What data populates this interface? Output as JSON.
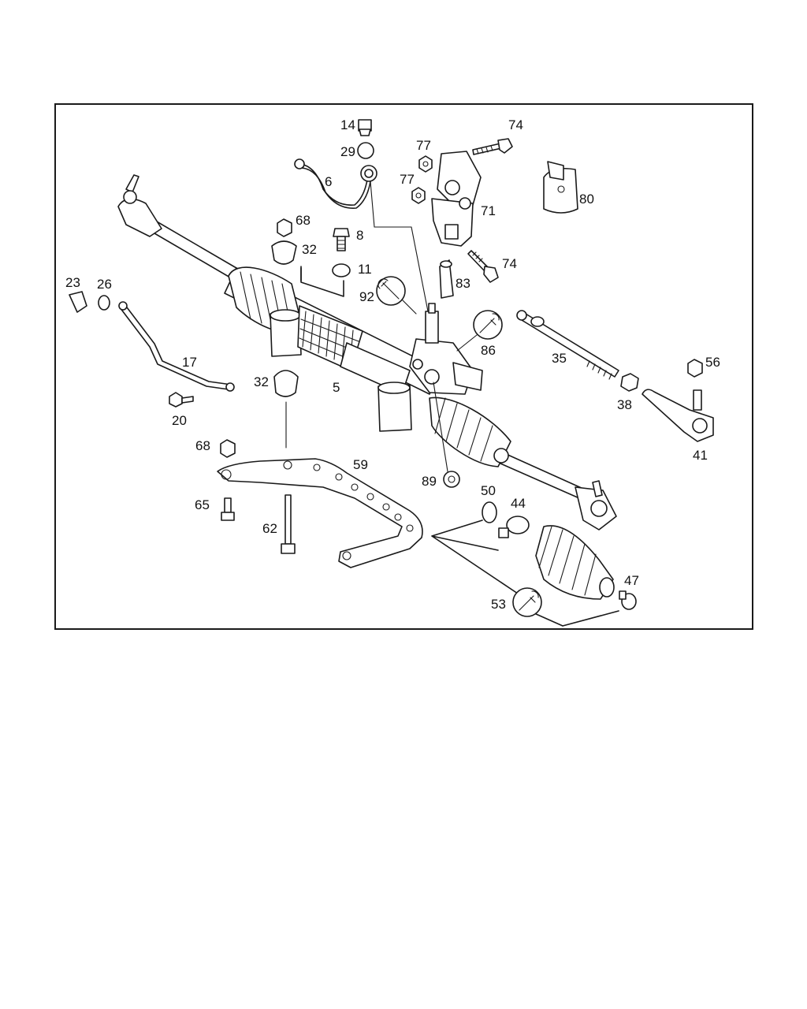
{
  "labels": {
    "p14": "14",
    "p29": "29",
    "p6": "6",
    "p77a": "77",
    "p77b": "77",
    "p74a": "74",
    "p80": "80",
    "p71": "71",
    "p68a": "68",
    "p8": "8",
    "p32a": "32",
    "p11": "11",
    "p74b": "74",
    "p83": "83",
    "p23": "23",
    "p26": "26",
    "p92": "92",
    "p86": "86",
    "p35": "35",
    "p17": "17",
    "p56": "56",
    "p32b": "32",
    "p5": "5",
    "p38": "38",
    "p20": "20",
    "p41": "41",
    "p68b": "68",
    "p59": "59",
    "p89": "89",
    "p50": "50",
    "p44": "44",
    "p65": "65",
    "p62": "62",
    "p47": "47",
    "p53": "53"
  },
  "icons": [
    "wrench-icon",
    "wrench-icon",
    "wrench-icon",
    "wrench-icon"
  ]
}
